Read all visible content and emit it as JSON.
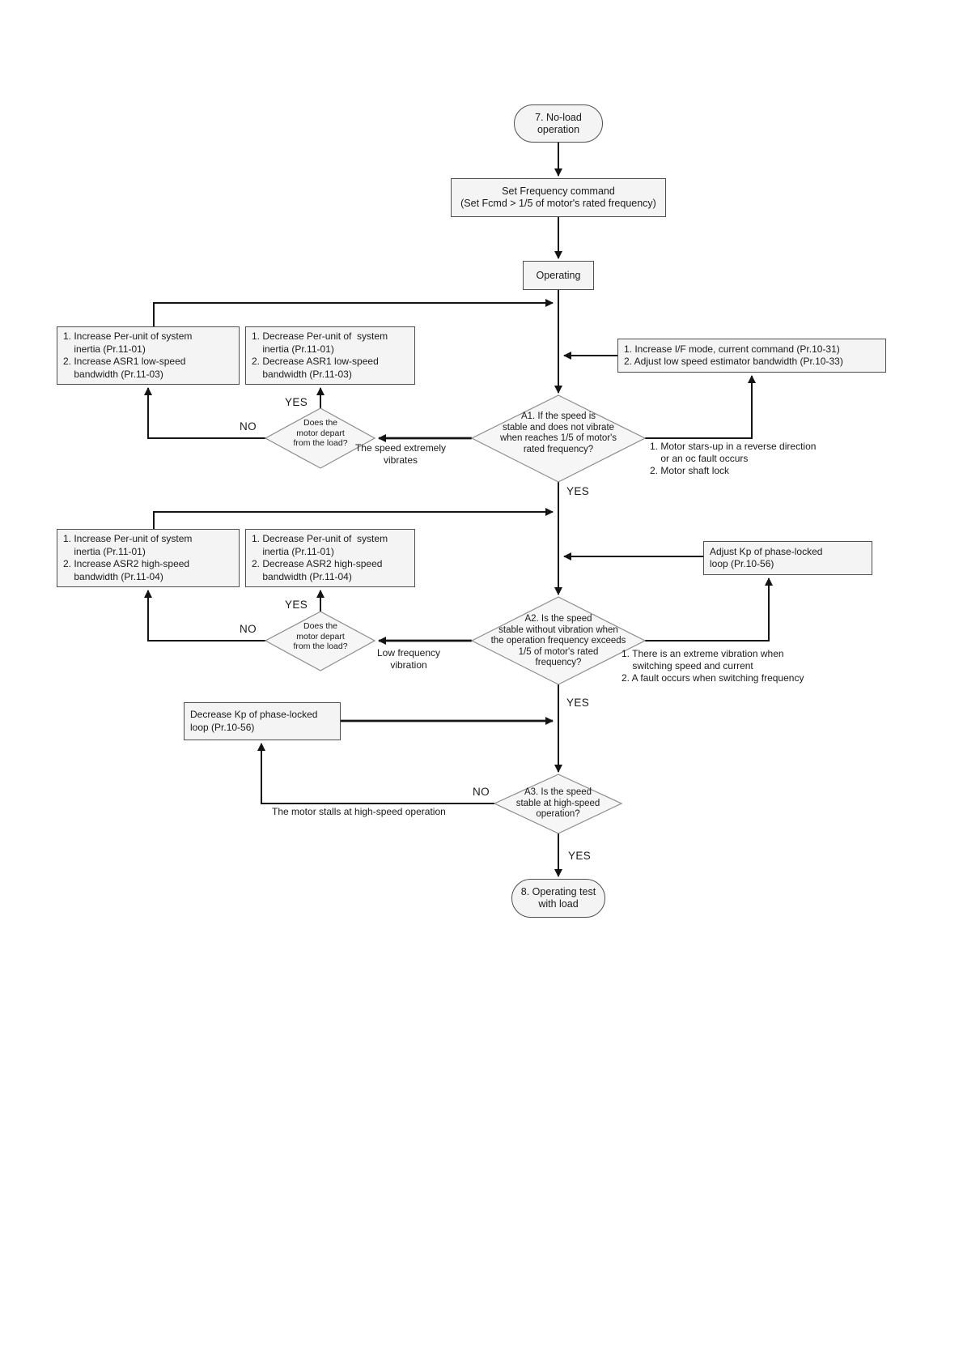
{
  "colors": {
    "box_fill": "#f4f4f4",
    "box_border": "#4f4f4f",
    "diamond_fill": "#f6f6f6",
    "diamond_border": "#8c8c8c",
    "line": "#141414",
    "page_bg": "#ffffff"
  },
  "nodes": {
    "start": "7. No-load\noperation",
    "set_freq": "Set Frequency command\n(Set Fcmd > 1/5 of motor's rated frequency)",
    "operating": "Operating",
    "box_increase_asr1": "1. Increase Per-unit of system\n    inertia (Pr.11-01)\n2. Increase ASR1 low-speed\n    bandwidth (Pr.11-03)",
    "box_decrease_asr1": "1. Decrease Per-unit of  system\n    inertia (Pr.11-01)\n2. Decrease ASR1 low-speed\n    bandwidth (Pr.11-03)",
    "box_if_mode": "1. Increase I/F mode, current command (Pr.10-31)\n2. Adjust low speed estimator bandwidth (Pr.10-33)",
    "d_a1": "A1. If the speed is\nstable and does not vibrate\nwhen reaches 1/5 of motor's\nrated frequency?",
    "d_depart_1": "Does the\nmotor depart\nfrom the load?",
    "box_increase_asr2": "1. Increase Per-unit of system\n    inertia (Pr.11-01)\n2. Increase ASR2 high-speed\n    bandwidth (Pr.11-04)",
    "box_decrease_asr2": "1. Decrease Per-unit of  system\n    inertia (Pr.11-01)\n2. Decrease ASR2 high-speed\n    bandwidth (Pr.11-04)",
    "box_adjust_kp": "Adjust Kp of phase-locked\nloop (Pr.10-56)",
    "d_a2": "A2. Is the speed\nstable without vibration when\nthe operation frequency exceeds\n1/5 of motor's rated\nfrequency?",
    "d_depart_2": "Does the\nmotor depart\nfrom the load?",
    "box_decrease_kp": "Decrease Kp of phase-locked\nloop (Pr.10-56)",
    "d_a3": "A3. Is the speed\nstable at high-speed\noperation?",
    "end": "8. Operating test\nwith load"
  },
  "labels": {
    "yes": "YES",
    "no": "NO",
    "speed_vibrates": "The speed extremely\nvibrates",
    "low_freq_vibration": "Low frequency\nvibration",
    "note_a1": "1. Motor stars-up in a reverse direction\n    or an oc fault occurs\n2. Motor shaft lock",
    "note_a2": "1. There is an extreme vibration when\n    switching speed and current\n2. A fault occurs when switching frequency",
    "motor_stalls": "The motor stalls at high-speed operation"
  }
}
